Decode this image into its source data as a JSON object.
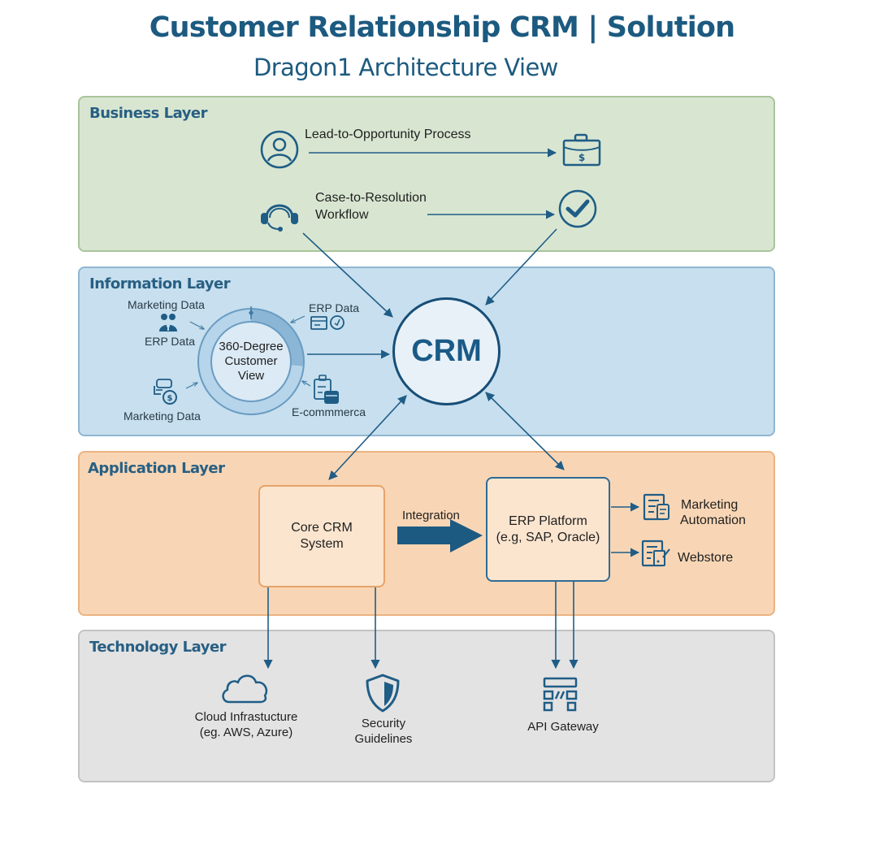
{
  "header": {
    "title": "Customer Relationship CRM | Solution",
    "subtitle": "Dragon1 Architecture View"
  },
  "colors": {
    "primary": "#1c5a80",
    "business_layer": "#d8e6d1",
    "information_layer": "#c7dfee",
    "application_layer": "#f8d6b5",
    "technology_layer": "#e3e3e3",
    "icon_stroke": "#1f5d86"
  },
  "layers": {
    "business": {
      "title": "Business Layer",
      "processes": [
        {
          "label": "Lead-to-Opportunity Process",
          "source_icon": "user-circle-icon",
          "target_icon": "briefcase-dollar-icon"
        },
        {
          "label_line1": "Case-to-Resolution",
          "label_line2": "Workflow",
          "source_icon": "headset-icon",
          "target_icon": "check-circle-icon"
        }
      ]
    },
    "information": {
      "title": "Information Layer",
      "hub": {
        "line1": "360-Degree",
        "line2": "Customer",
        "line3": "View"
      },
      "sources": [
        {
          "label": "Marketing Data",
          "icon": "users-icon"
        },
        {
          "label": "ERP Data",
          "icon": "none"
        },
        {
          "label": "ERP Data",
          "icon": "form-clock-icon"
        },
        {
          "label": "Marketing Data",
          "icon": "chat-dollar-icon"
        },
        {
          "label": "E-commmerca",
          "icon": "database-cart-icon"
        }
      ],
      "crm": {
        "label": "CRM"
      }
    },
    "application": {
      "title": "Application Layer",
      "core": {
        "line1": "Core CRM",
        "line2": "System"
      },
      "integration_label": "Integration",
      "erp": {
        "line1": "ERP Platform",
        "line2": "(e.g, SAP, Oracle)"
      },
      "outputs": [
        {
          "line1": "Marketing",
          "line2": "Automation",
          "icon": "document-list-icon"
        },
        {
          "line1": "Webstore",
          "line2": "",
          "icon": "document-edit-icon"
        }
      ]
    },
    "technology": {
      "title": "Technology Layer",
      "components": [
        {
          "line1": "Cloud Infrastucture",
          "line2": "(eg. AWS, Azure)",
          "icon": "cloud-icon"
        },
        {
          "line1": "Security",
          "line2": "Guidelines",
          "icon": "shield-icon"
        },
        {
          "line1": "API Gateway",
          "line2": "",
          "icon": "api-gateway-icon"
        }
      ]
    }
  }
}
